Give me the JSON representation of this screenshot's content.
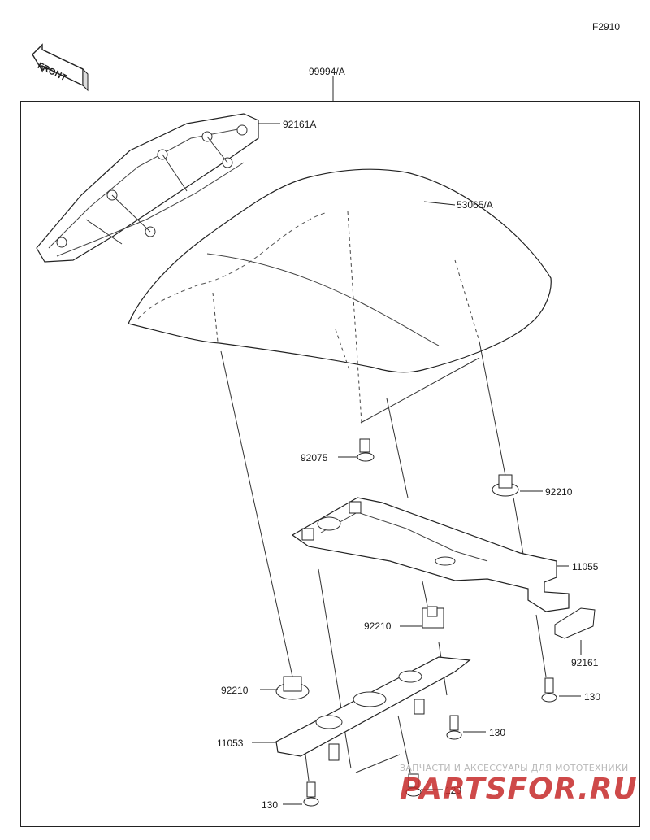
{
  "figure_code": "F2910",
  "front_label": "FRONT",
  "parts": {
    "assembly": "99994/A",
    "trim_left": "92161A",
    "seat_cover": "53065/A",
    "grommet": "92075",
    "damper_upper": "92210",
    "bracket_upper": "11055",
    "damper_mid": "92210",
    "cushion": "92161",
    "damper_lower": "92210",
    "bolt_right_upper": "130",
    "bracket_lower": "11053",
    "bolt_mid": "130",
    "bolt_bottom": "130",
    "bolt_center": "120"
  },
  "watermark": {
    "tagline": "ЗАПЧАСТИ И АКСЕССУАРЫ ДЛЯ МОТОТЕХНИКИ",
    "logo": "PARTSFOR.RU"
  }
}
